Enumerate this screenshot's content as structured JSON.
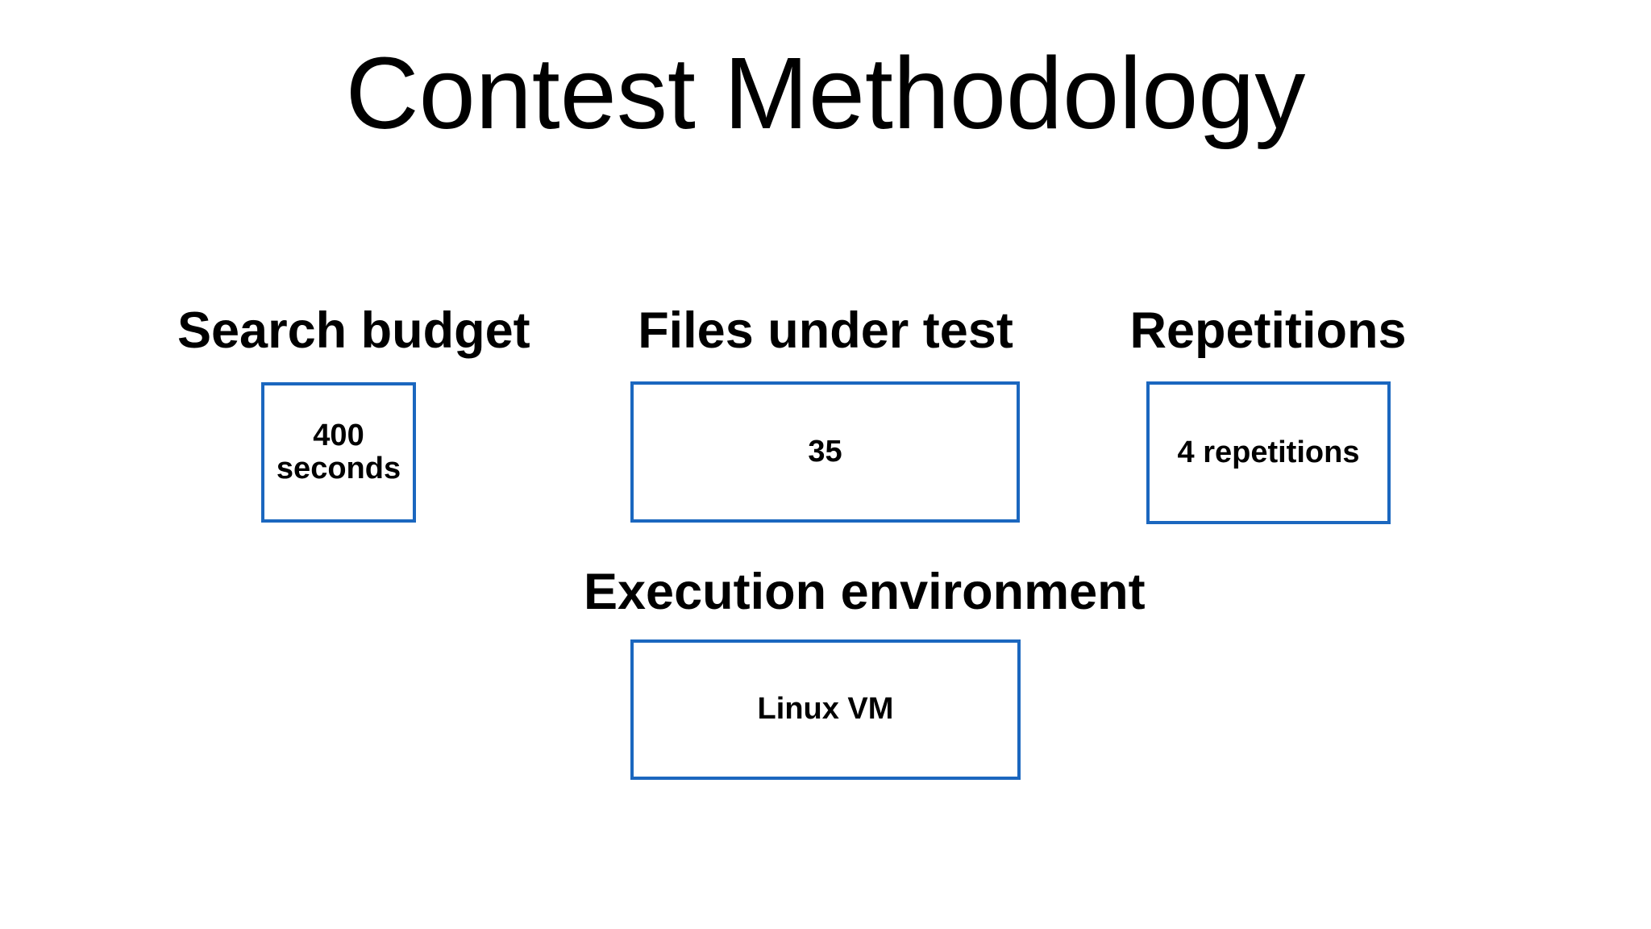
{
  "slide": {
    "title": "Contest Methodology",
    "background_color": "#ffffff",
    "text_color": "#000000",
    "box_border_color": "#1b67bf",
    "sections": [
      {
        "label": "Search budget",
        "value": "400 seconds"
      },
      {
        "label": "Files under test",
        "value": "35"
      },
      {
        "label": "Repetitions",
        "value": "4 repetitions"
      },
      {
        "label": "Execution environment",
        "value": "Linux VM"
      }
    ]
  }
}
